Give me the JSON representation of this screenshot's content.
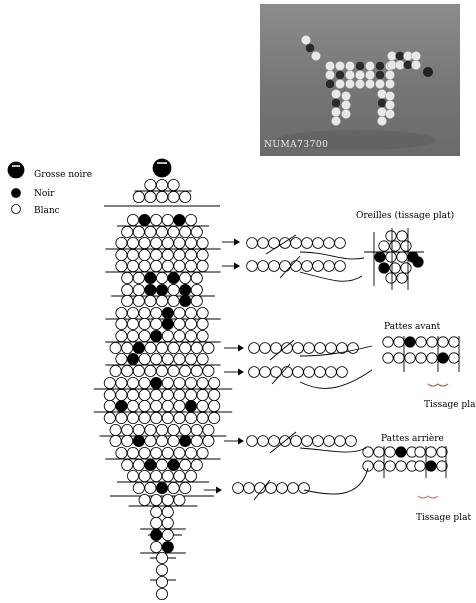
{
  "photo": {
    "watermark": "NUMA73700"
  },
  "legend": {
    "big_black": "Grosse noire",
    "black": "Noir",
    "white": "Blanc"
  },
  "labels": {
    "ears": "Oreilles (tissage plat)",
    "front_legs": "Pattes avant",
    "front_weave": "Tissage plat",
    "back_legs": "Pattes arrière",
    "back_weave": "Tissage plat"
  },
  "colors": {
    "bead_outline": "#000000",
    "bead_fill": "#ffffff",
    "black_bead": "#000000"
  }
}
